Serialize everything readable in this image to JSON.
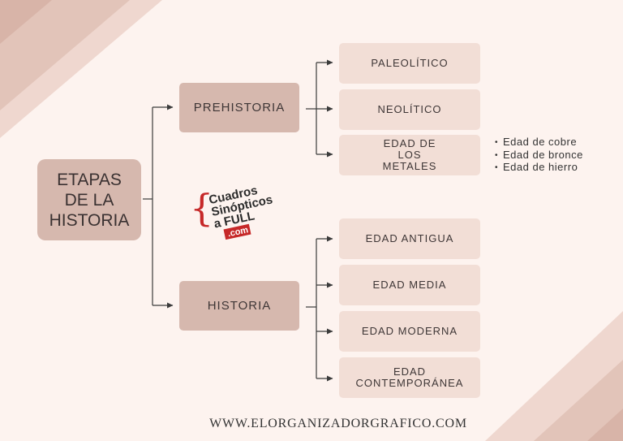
{
  "diagram": {
    "root": [
      "ETAPAS",
      "DE LA",
      "HISTORIA"
    ],
    "branches": [
      {
        "label": "PREHISTORIA",
        "children": [
          "PALEOLÍTICO",
          "NEOLÍTICO",
          "EDAD DE LOS METALES"
        ],
        "subitems": [
          "Edad de cobre",
          "Edad de bronce",
          "Edad de hierro"
        ]
      },
      {
        "label": "HISTORIA",
        "children": [
          "EDAD ANTIGUA",
          "EDAD MEDIA",
          "EDAD MODERNA",
          "EDAD CONTEMPORÁNEA"
        ]
      }
    ]
  },
  "logo": {
    "lines": [
      "Cuadros",
      "Sinópticos",
      "a FULL"
    ],
    "suffix": ".com",
    "colors": {
      "text": "#2b2b2b",
      "brace": "#c62828",
      "badge": "#c62828"
    }
  },
  "footer": "WWW.ELORGANIZADORGRAFICO.COM",
  "colors": {
    "background": "#fdf3ef",
    "node_dark": "#d6b8ae",
    "node_light": "#f2ded6",
    "connector": "#3b3b3b"
  }
}
